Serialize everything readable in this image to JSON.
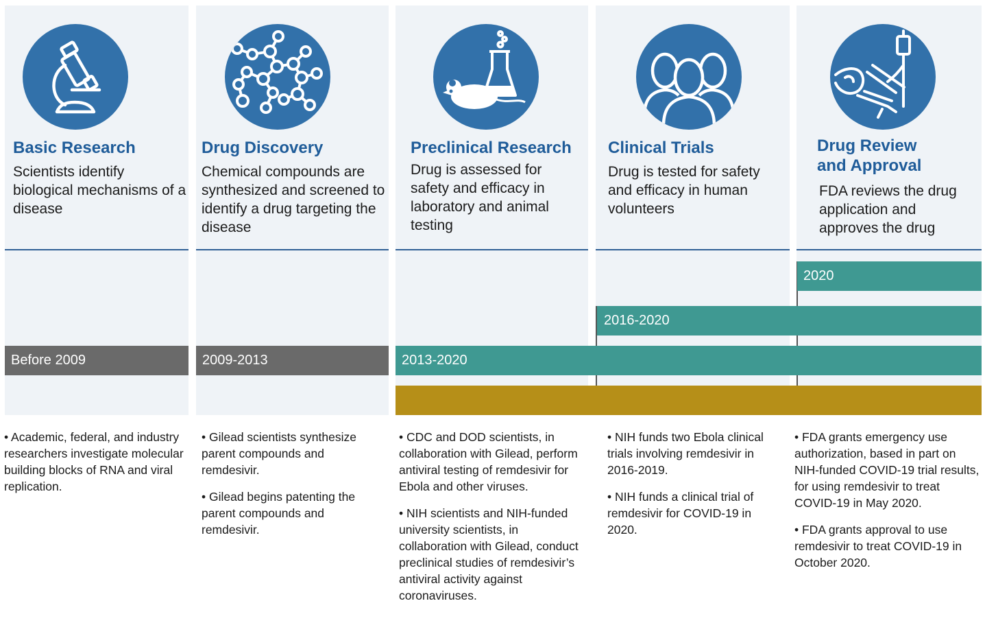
{
  "stages": [
    {
      "title": "Basic Research",
      "description": "Scientists identify biological mechanisms of a disease",
      "icon": "microscope-icon",
      "period": "Before 2009",
      "notes": [
        "• Academic, federal, and industry researchers investigate molecular building blocks of RNA and viral replication."
      ]
    },
    {
      "title": "Drug Discovery",
      "description": "Chemical compounds are synthesized and screened to identify a drug targeting the disease",
      "icon": "molecule-icon",
      "period": "2009-2013",
      "notes": [
        "• Gilead scientists synthesize parent compounds and remdesivir.",
        "• Gilead begins patenting the parent compounds and remdesivir."
      ]
    },
    {
      "title": "Preclinical Research",
      "description": "Drug is assessed for safety and efficacy in laboratory and animal testing",
      "icon": "lab-mouse-flask-icon",
      "period": "2013-2020",
      "notes": [
        "• CDC and DOD scientists, in collaboration with Gilead, perform antiviral testing of remdesivir for Ebola and other viruses.",
        "• NIH scientists and NIH-funded university scientists, in collaboration with Gilead, conduct preclinical studies of remdesivir’s antiviral activity against coronaviruses."
      ]
    },
    {
      "title": "Clinical Trials",
      "description": "Drug is tested for safety and efficacy in human volunteers",
      "icon": "people-group-icon",
      "period": "2016-2020",
      "notes": [
        "• NIH funds two Ebola clinical trials involving remdesivir in 2016-2019.",
        "• NIH funds a clinical trial of remdesivir for COVID-19 in 2020."
      ]
    },
    {
      "title_line1": "Drug Review",
      "title_line2": "and Approval",
      "description": "FDA reviews the drug application and approves the drug",
      "icon": "patient-iv-icon",
      "period": "2020",
      "notes": [
        "• FDA grants emergency use authorization, based in part on NIH-funded COVID-19 trial results, for using remdesivir to treat COVID-19 in May 2020.",
        "• FDA grants approval to use remdesivir to treat COVID-19 in October 2020."
      ]
    }
  ],
  "colors": {
    "column_bg": "#eff3f7",
    "title": "#1f5c99",
    "icon_bg": "#3271aa",
    "gray_bar": "#6a6a6a",
    "teal_bar": "#3f9992",
    "gold_bar": "#b68f18"
  }
}
